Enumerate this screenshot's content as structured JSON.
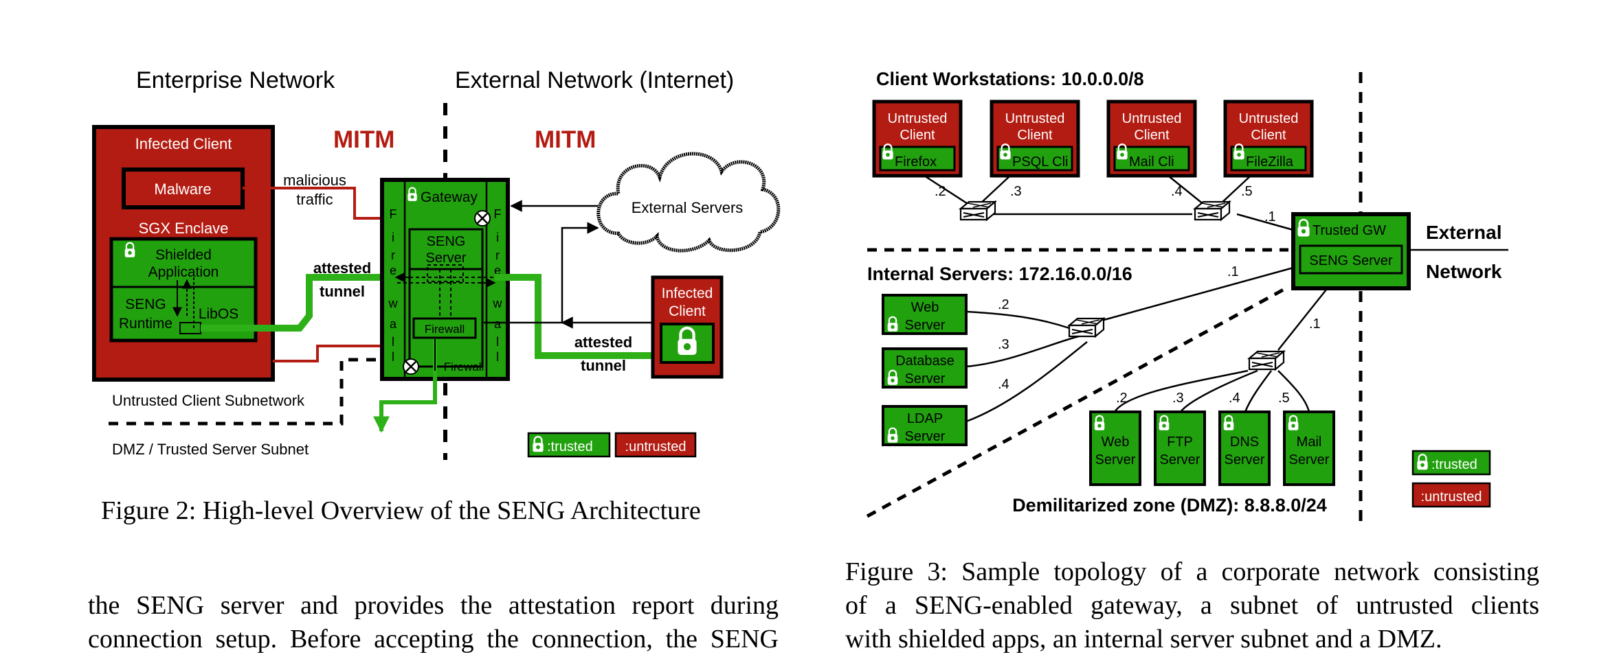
{
  "fig2": {
    "enterprise_label": "Enterprise Network",
    "external_label": "External Network (Internet)",
    "mitm_left": "MITM",
    "mitm_right": "MITM",
    "infected_client_title": "Infected Client",
    "malware": "Malware",
    "sgx_enclave": "SGX Enclave",
    "shielded_line1": "Shielded",
    "shielded_line2": "Application",
    "seng_runtime_line1": "SENG",
    "seng_runtime_line2": "Runtime",
    "libos": "LibOS",
    "malicious_line1": "malicious",
    "malicious_line2": "traffic",
    "attested_left_line1": "attested",
    "attested_left_line2": "tunnel",
    "gateway": "Gateway",
    "fire_wall_chars": [
      "F",
      "i",
      "r",
      "e",
      "w",
      "a",
      "l",
      "l"
    ],
    "seng_server_line1": "SENG",
    "seng_server_line2": "Server",
    "firewall_inner": "Firewall",
    "firewall_outer": "Firewall",
    "external_servers": "External Servers",
    "infected_client2_line1": "Infected",
    "infected_client2_line2": "Client",
    "attested_right_line1": "attested",
    "attested_right_line2": "tunnel",
    "untrusted_subnet": "Untrusted Client Subnetwork",
    "dmz_subnet": "DMZ / Trusted Server Subnet",
    "legend_trusted": ":trusted",
    "legend_untrusted": ":untrusted"
  },
  "fig3": {
    "client_ws_title": "Client Workstations: 10.0.0.0/8",
    "untrusted_line1": "Untrusted",
    "untrusted_line2": "Client",
    "clients": [
      "Firefox",
      "PSQL Cli",
      "Mail Cli",
      "FileZilla"
    ],
    "client_ips": [
      ".2",
      ".3",
      ".4",
      ".5"
    ],
    "switch_ip": ".1",
    "trusted_gw": "Trusted GW",
    "seng_server": "SENG Server",
    "external_line1": "External",
    "external_line2": "Network",
    "internal_servers_title": "Internal Servers: 172.16.0.0/16",
    "internal_switch_ip": ".1",
    "internal_servers": [
      {
        "line1": "Web",
        "line2": "Server",
        "ip": ".2"
      },
      {
        "line1": "Database",
        "line2": "Server",
        "ip": ".3"
      },
      {
        "line1": "LDAP",
        "line2": "Server",
        "ip": ".4"
      }
    ],
    "dmz_switch_ip": ".1",
    "dmz_servers": [
      {
        "line1": "Web",
        "line2": "Server",
        "ip": ".2"
      },
      {
        "line1": "FTP",
        "line2": "Server",
        "ip": ".3"
      },
      {
        "line1": "DNS",
        "line2": "Server",
        "ip": ".4"
      },
      {
        "line1": "Mail",
        "line2": "Server",
        "ip": ".5"
      }
    ],
    "dmz_title": "Demilitarized zone (DMZ): 8.8.8.0/24",
    "legend_trusted": ":trusted",
    "legend_untrusted": ":untrusted"
  },
  "captions": {
    "fig2": "Figure 2:  High-level Overview of the SENG Architecture",
    "fig3_line1": "Figure 3:  Sample topology of a corporate network consisting",
    "fig3_line2": "of a SENG-enabled gateway, a subnet of untrusted clients",
    "fig3_line3": "with shielded apps, an internal server subnet and a DMZ."
  },
  "body_text": {
    "line1": "the SENG server and provides the attestation report during",
    "line2": "connection setup. Before accepting the connection, the SENG"
  },
  "colors": {
    "untrusted_red": "#b31c12",
    "trusted_green": "#22a10f",
    "mitm_red": "#b31c12",
    "tunnel_green": "#2db018"
  }
}
